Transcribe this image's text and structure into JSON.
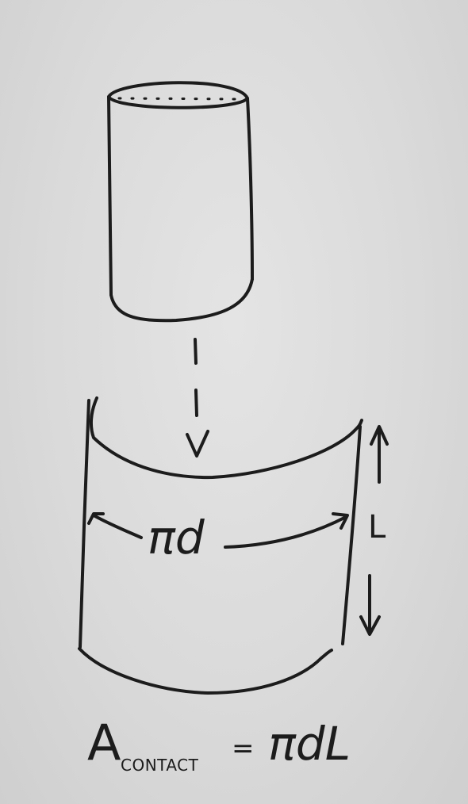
{
  "diagram": {
    "perimeter_label": "πd",
    "length_label": "L",
    "formula": {
      "lhs_symbol": "A",
      "lhs_subscript": "CONTACT",
      "equals": "=",
      "rhs": "πdL"
    }
  },
  "colors": {
    "ink": "#1c1c1c",
    "paper": "#dadada"
  }
}
